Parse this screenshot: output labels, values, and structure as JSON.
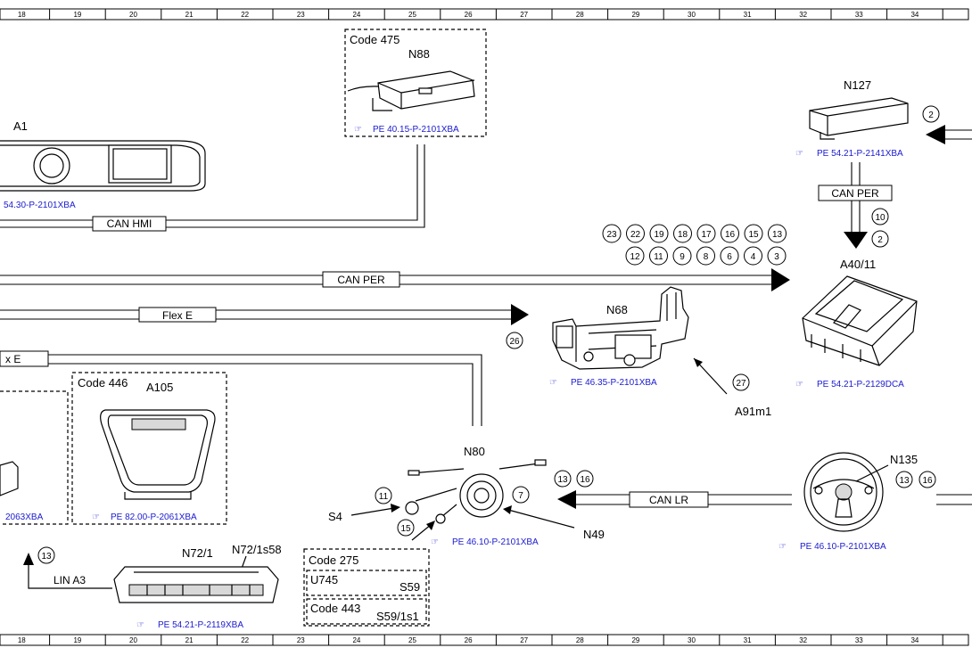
{
  "ruler_numbers": [
    "18",
    "19",
    "20",
    "21",
    "22",
    "23",
    "24",
    "25",
    "26",
    "27",
    "28",
    "29",
    "30",
    "31",
    "32",
    "33",
    "34"
  ],
  "components": {
    "a1": {
      "label": "A1",
      "ref": "54.30-P-2101XBA"
    },
    "n88": {
      "code": "Code 475",
      "label": "N88",
      "ref": "PE 40.15-P-2101XBA"
    },
    "n127": {
      "label": "N127",
      "ref": "PE 54.21-P-2141XBA"
    },
    "n68": {
      "label": "N68",
      "ref": "PE 46.35-P-2101XBA"
    },
    "a40_11": {
      "label": "A40/11",
      "ref": "PE 54.21-P-2129DCA"
    },
    "a91m1": {
      "label": "A91m1"
    },
    "a105": {
      "code": "Code 446",
      "label": "A105",
      "ref": "PE 82.00-P-2061XBA"
    },
    "left_cut": {
      "ref": "2063XBA"
    },
    "n80": {
      "label": "N80",
      "ref": "PE 46.10-P-2101XBA"
    },
    "s4": {
      "label": "S4"
    },
    "n49": {
      "label": "N49"
    },
    "n135": {
      "label": "N135",
      "ref": "PE 46.10-P-2101XBA"
    },
    "n72": {
      "label_1": "N72/1",
      "label_2": "N72/1s58",
      "ref": "PE 54.21-P-2119XBA"
    },
    "codebox": {
      "code1": "Code 275",
      "u745": "U745",
      "s59": "S59",
      "code2": "Code 443",
      "s59_1s1": "S59/1s1"
    }
  },
  "buses": {
    "can_hmi": "CAN HMI",
    "can_per_top": "CAN PER",
    "can_per_main": "CAN PER",
    "flex_e": "Flex E",
    "flex_e_cut": "x E",
    "can_lr": "CAN LR",
    "lin_a3": "LIN A3"
  },
  "callouts": {
    "n127_side": "2",
    "can_per_10": "10",
    "can_per_2": "2",
    "row1": [
      "23",
      "22",
      "19",
      "18",
      "17",
      "16",
      "15",
      "13"
    ],
    "row2": [
      "12",
      "11",
      "9",
      "8",
      "6",
      "4",
      "3"
    ],
    "flex_26": "26",
    "a91_27": "27",
    "s4_11": "11",
    "s4_15": "15",
    "n49_7": "7",
    "canlr_13": "13",
    "canlr_16": "16",
    "n135_13": "13",
    "n135_16": "16",
    "lin_13": "13"
  }
}
